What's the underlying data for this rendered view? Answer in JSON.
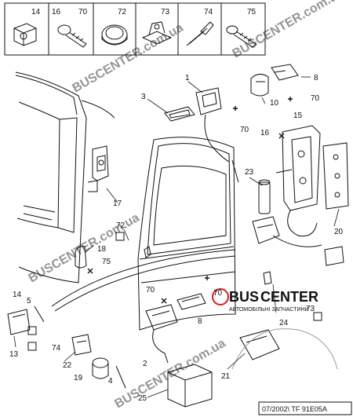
{
  "header_row": [
    {
      "a": "14",
      "b": ""
    },
    {
      "a": "16",
      "b": "70"
    },
    {
      "a": "72",
      "b": ""
    },
    {
      "a": "73",
      "b": ""
    },
    {
      "a": "74",
      "b": ""
    },
    {
      "a": "75",
      "b": ""
    }
  ],
  "callouts": {
    "c1": "1",
    "c2": "2",
    "c3": "3",
    "c4": "4",
    "c5": "5",
    "c8a": "8",
    "c8b": "8",
    "c10": "10",
    "c13": "13",
    "c14": "14",
    "c15": "15",
    "c16": "16",
    "c17": "17",
    "c18": "18",
    "c19": "19",
    "c20": "20",
    "c21": "21",
    "c22": "22",
    "c23": "23",
    "c24": "24",
    "c25": "25",
    "c70a": "70",
    "c70b": "70",
    "c70c": "70",
    "c70d": "70",
    "c72": "72",
    "c73": "73",
    "c74": "74",
    "c75": "75"
  },
  "footer_ref": "07/2002\\ TF 91E05A",
  "watermark": {
    "brand_left": "BUS",
    "brand_right": "CENTER",
    "tagline": "АВТОМОБІЛЬНІ ЗАПЧАСТИНИ",
    "url": "BUSCENTER.com.ua"
  },
  "colors": {
    "line": "#111111",
    "watermark": "#e8a8a8",
    "brand_dark": "#444444",
    "brand_red": "#d22020"
  }
}
